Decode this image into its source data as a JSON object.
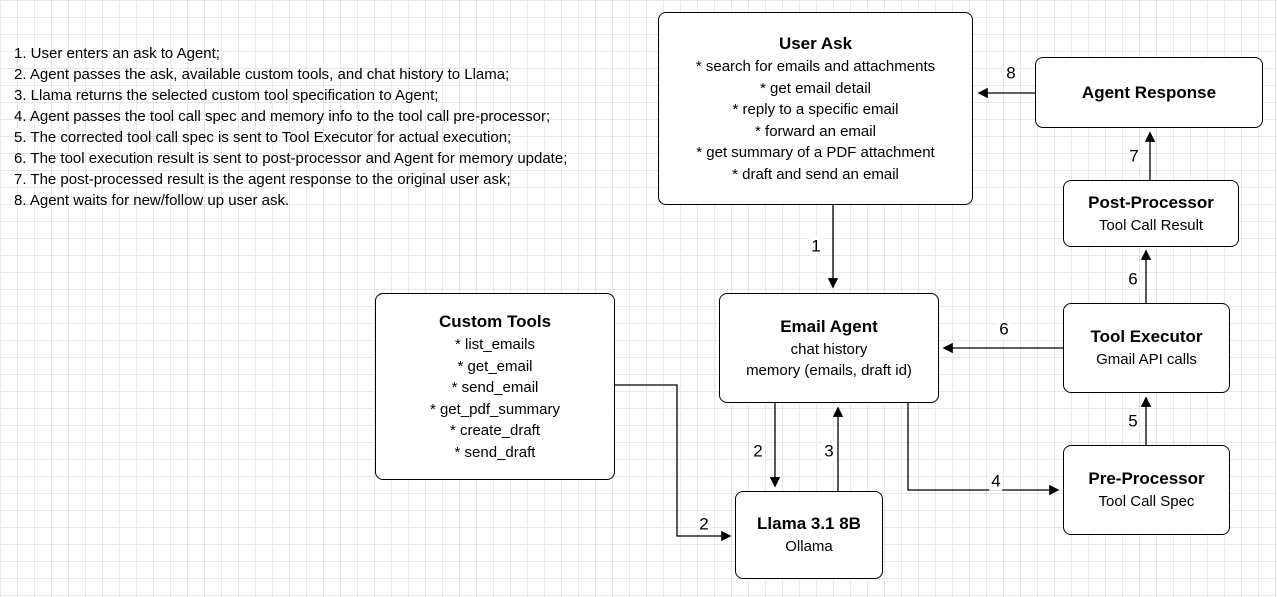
{
  "colors": {
    "stroke": "#000000",
    "canvas-bg": "#ffffff",
    "grid": "#e8e8e8"
  },
  "steps": {
    "lines": [
      "1. User enters an ask to Agent;",
      "2. Agent passes the ask, available custom tools, and chat history to Llama;",
      "3. Llama returns the selected custom tool specification to Agent;",
      "4. Agent passes the tool call spec and memory info to the tool call pre-processor;",
      "5. The corrected tool call spec is sent to Tool Executor for actual execution;",
      "6. The tool execution result is sent to post-processor and Agent for memory update;",
      "7. The post-processed result is the agent response to the original user ask;",
      "8. Agent waits for new/follow up user ask."
    ]
  },
  "nodes": {
    "user_ask": {
      "title": "User Ask",
      "items": [
        "* search for emails and attachments",
        "* get email detail",
        "* reply to a specific email",
        "* forward an email",
        "* get summary of a PDF attachment",
        "* draft and send an email"
      ]
    },
    "agent_response": {
      "title": "Agent Response"
    },
    "post_processor": {
      "title": "Post-Processor",
      "subtitle": "Tool Call Result"
    },
    "tool_executor": {
      "title": "Tool Executor",
      "subtitle": "Gmail API calls"
    },
    "pre_processor": {
      "title": "Pre-Processor",
      "subtitle": "Tool Call Spec"
    },
    "email_agent": {
      "title": "Email Agent",
      "lines": [
        "chat history",
        "memory (emails, draft id)"
      ]
    },
    "custom_tools": {
      "title": "Custom Tools",
      "items": [
        "* list_emails",
        "* get_email",
        "* send_email",
        "* get_pdf_summary",
        "* create_draft",
        "* send_draft"
      ]
    },
    "llama": {
      "title": "Llama 3.1 8B",
      "subtitle": "Ollama"
    }
  },
  "edge_labels": {
    "e1": "1",
    "e2_agent_llama": "2",
    "e2_tools_llama": "2",
    "e3": "3",
    "e4": "4",
    "e5": "5",
    "e6_exec_agent": "6",
    "e6_exec_post": "6",
    "e7": "7",
    "e8": "8"
  }
}
